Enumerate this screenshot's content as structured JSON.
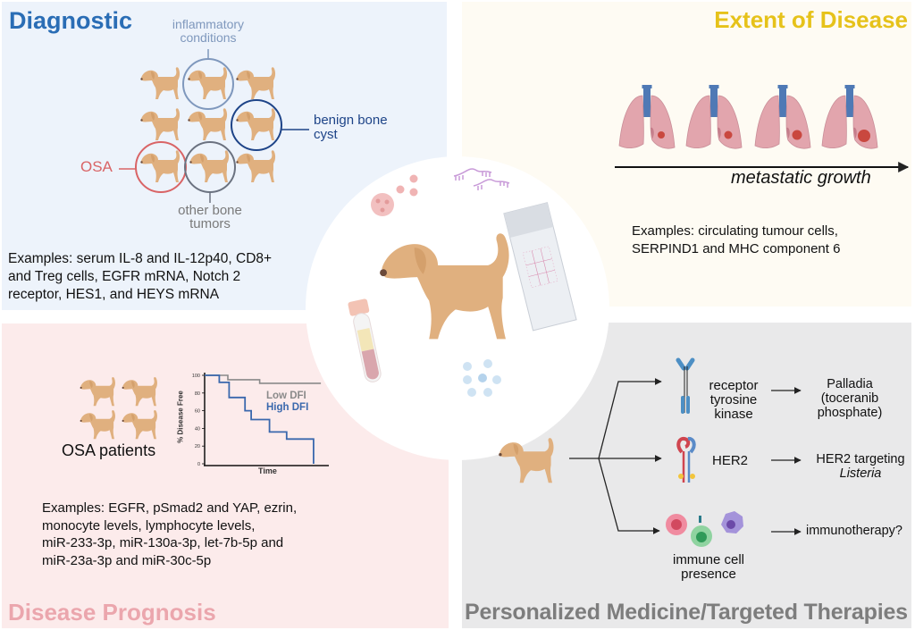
{
  "colors": {
    "diagnostic_title": "#2a6db5",
    "extent_title": "#e6c21a",
    "prognosis_title": "#eba6ad",
    "personalized_title": "#7d7d7d",
    "dog": "#e0b07f",
    "osa_circle": "#d96466",
    "inflammatory_circle": "#7f98bd",
    "benign_circle": "#1e4488",
    "other_bone_circle": "#6b7280",
    "low_dfi": "#8a8a8a",
    "high_dfi": "#3a68ad"
  },
  "diagnostic": {
    "title": "Diagnostic",
    "label_inflammatory": [
      "inflammatory",
      "conditions"
    ],
    "label_benign": [
      "benign bone",
      "cyst"
    ],
    "label_osa": "OSA",
    "label_other": [
      "other bone",
      "tumors"
    ],
    "examples": [
      "Examples: serum IL-8 and IL-12p40, CD8+",
      "and Treg cells, EGFR mRNA, Notch 2",
      "receptor, HES1, and HEYS mRNA"
    ]
  },
  "extent": {
    "title": "Extent of Disease",
    "arrow_label": "metastatic growth",
    "lung_count": 4,
    "examples": [
      "Examples: circulating tumour cells,",
      "SERPIND1 and MHC component 6"
    ]
  },
  "prognosis": {
    "title": "Disease Prognosis",
    "patients_label": "OSA patients",
    "examples": [
      "Examples: EGFR, pSmad2 and YAP, ezrin,",
      "monocyte levels, lymphocyte levels,",
      "miR-233-3p, miR-130a-3p, let-7b-5p and",
      "miR-23a-3p and miR-30c-5p"
    ]
  },
  "personalized": {
    "title": "Personalized Medicine/Targeted Therapies",
    "targets": [
      {
        "label": [
          "receptor",
          "tyrosine",
          "kinase"
        ],
        "therapy": [
          "Palladia",
          "(toceranib",
          "phosphate)"
        ]
      },
      {
        "label": [
          "HER2"
        ],
        "therapy": [
          "HER2 targeting",
          "Listeria"
        ]
      },
      {
        "label": [
          "immune cell",
          "presence"
        ],
        "therapy": [
          "immunotherapy?"
        ]
      }
    ]
  },
  "chart_data": {
    "type": "line",
    "title": "",
    "xlabel": "Time",
    "ylabel": "% Disease Free",
    "ylim": [
      0,
      100
    ],
    "yticks": [
      "0",
      "20",
      "40",
      "60",
      "80",
      "100"
    ],
    "xlim": [
      0,
      10
    ],
    "legend": "right",
    "series": [
      {
        "name": "Low DFI",
        "step": true,
        "x": [
          0,
          1.9,
          1.9,
          4.5,
          4.5,
          9.5
        ],
        "y": [
          100,
          100,
          95,
          95,
          91,
          91
        ]
      },
      {
        "name": "High DFI",
        "step": true,
        "x": [
          0,
          1.2,
          1.2,
          2.0,
          2.0,
          3.3,
          3.3,
          3.8,
          3.8,
          5.3,
          5.3,
          6.7,
          6.7,
          8.9,
          8.9
        ],
        "y": [
          100,
          100,
          92,
          92,
          75,
          75,
          60,
          60,
          50,
          50,
          36,
          36,
          28,
          28,
          0
        ]
      }
    ]
  }
}
